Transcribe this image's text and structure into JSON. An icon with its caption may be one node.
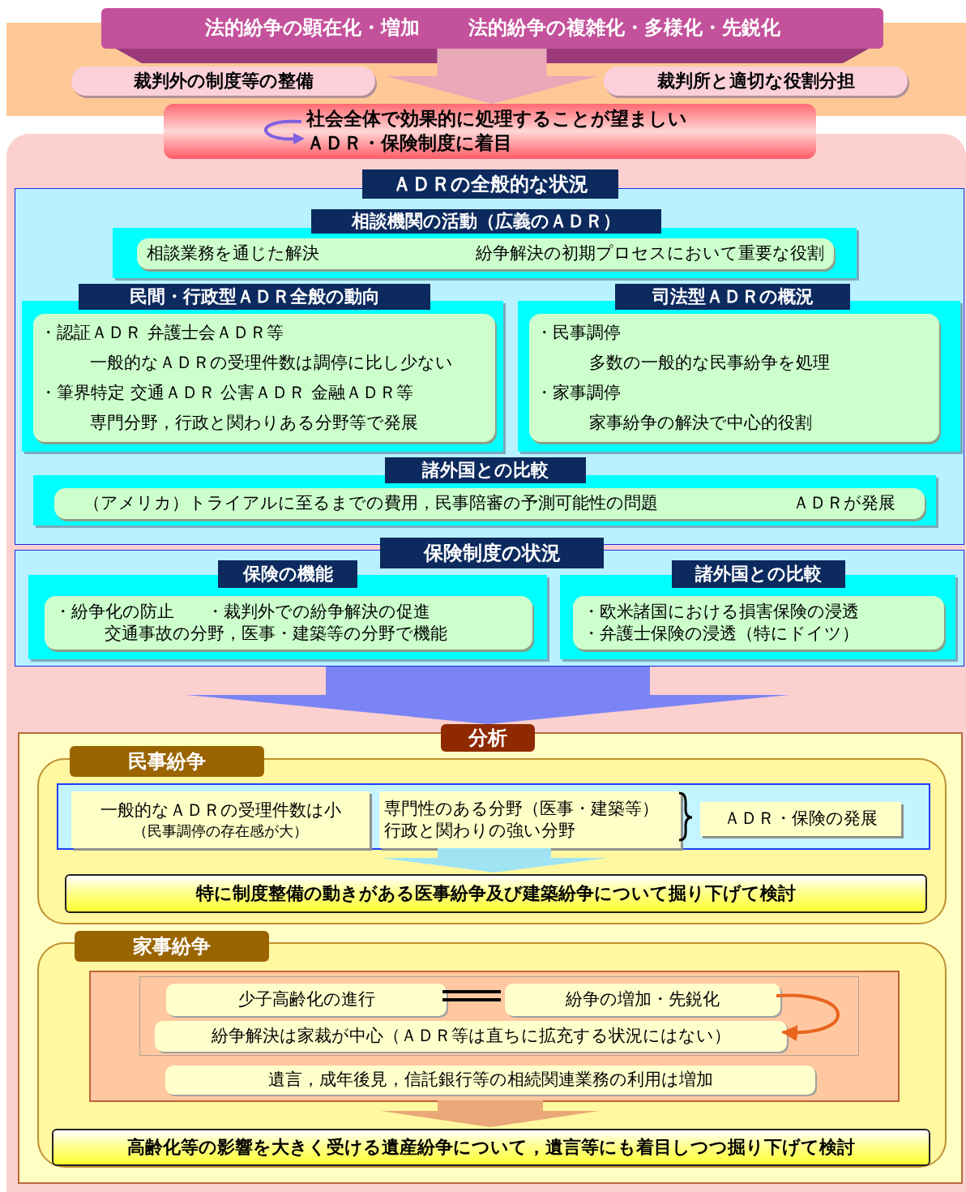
{
  "diagram": {
    "nodes": [
      {
        "text": [
          "法的紛争の顕在化・増加",
          "法的紛争の複雑化・多様化・先鋭化"
        ]
      },
      {
        "text": [
          "裁判外の制度等の整備"
        ]
      },
      {
        "text": [
          "裁判所と適切な役割分担"
        ]
      },
      {
        "text": [
          "社会全体で効果的に処理することが望ましい",
          "ＡＤＲ・保険制度に着目"
        ]
      },
      {
        "text": [
          "ＡＤＲの全般的な状況"
        ]
      },
      {
        "text": [
          "相談機関の活動（広義のＡＤＲ）"
        ],
        "in": 4
      },
      {
        "text": [
          "相談業務を通じた解決",
          "紛争解決の初期プロセスにおいて重要な役割"
        ],
        "in": 5
      },
      {
        "text": [
          "民間・行政型ＡＤＲ全般の動向"
        ],
        "in": 4
      },
      {
        "text": [
          "・認証ＡＤＲ 弁護士会ＡＤＲ等",
          "一般的なＡＤＲの受理件数は調停に比し少ない",
          "・筆界特定 交通ＡＤＲ 公害ＡＤＲ 金融ＡＤＲ等",
          "専門分野，行政と関わりある分野等で発展"
        ],
        "in": 7
      },
      {
        "text": [
          "司法型ＡＤＲの概況"
        ],
        "in": 4
      },
      {
        "text": [
          "・民事調停",
          "多数の一般的な民事紛争を処理",
          "・家事調停",
          "家事紛争の解決で中心的役割"
        ],
        "in": 9
      },
      {
        "text": [
          "諸外国との比較"
        ],
        "in": 4
      },
      {
        "text": [
          "（アメリカ）トライアルに至るまでの費用，民事陪審の予測可能性の問題",
          "ＡＤＲが発展"
        ],
        "in": 11
      },
      {
        "text": [
          "保険制度の状況"
        ]
      },
      {
        "text": [
          "保険の機能"
        ],
        "in": 13
      },
      {
        "text": [
          "・紛争化の防止",
          "・裁判外での紛争解決の促進",
          "交通事故の分野，医事・建築等の分野で機能"
        ],
        "in": 14
      },
      {
        "text": [
          "諸外国との比較"
        ],
        "in": 13
      },
      {
        "text": [
          "・欧米諸国における損害保険の浸透",
          "・弁護士保険の浸透（特にドイツ）"
        ],
        "in": 16
      },
      {
        "text": [
          "分析"
        ]
      },
      {
        "text": [
          "民事紛争"
        ],
        "in": 18
      },
      {
        "text": [],
        "shape": "box",
        "in": 19
      },
      {
        "text": [
          "一般的なＡＤＲの受理件数は小",
          "（民事調停の存在感が大）"
        ],
        "in": 20
      },
      {
        "text": [
          "専門性のある分野（医事・建築等）",
          "行政と関わりの強い分野"
        ],
        "in": 20
      },
      {
        "text": [
          "ＡＤＲ・保険の発展"
        ],
        "in": 20
      },
      {
        "text": [
          "特に制度整備の動きがある医事紛争及び建築紛争について掘り下げて検討"
        ],
        "in": 19
      },
      {
        "text": [
          "家事紛争"
        ],
        "in": 18
      },
      {
        "text": [],
        "shape": "box",
        "in": 25
      },
      {
        "text": [],
        "shape": "box",
        "in": 26
      },
      {
        "text": [
          "少子高齢化の進行"
        ],
        "in": 27
      },
      {
        "text": [
          "紛争の増加・先鋭化"
        ],
        "in": 27
      },
      {
        "text": [
          "紛争解決は家裁が中心（ＡＤＲ等は直ちに拡充する状況にはない）"
        ],
        "in": 27
      },
      {
        "text": [
          "遺言，成年後見，信託銀行等の相続関連業務の利用は増加"
        ],
        "in": 26
      },
      {
        "text": [
          "高齢化等の影響を大きく受ける遺産紛争について，遺言等にも着目しつつ掘り下げて検討"
        ],
        "in": 25
      }
    ],
    "edges": [
      {
        "from": 0,
        "to": 3,
        "arrow": "to",
        "style": "thick",
        "color": "#e8a8b8"
      },
      {
        "from": 13,
        "to": 18,
        "arrow": "to",
        "style": "thick",
        "color": "#7b84f4"
      },
      {
        "from": 20,
        "to": 24,
        "arrow": "to",
        "style": "thick",
        "color": "#a0e4f4"
      },
      {
        "from": 28,
        "to": 29,
        "arrow": "none",
        "color": "#000000"
      },
      {
        "from": 29,
        "to": 30,
        "arrow": "to",
        "color": "#e8641e"
      },
      {
        "from": 26,
        "to": 32,
        "arrow": "to",
        "style": "thick",
        "color": "#eaa878"
      }
    ]
  }
}
